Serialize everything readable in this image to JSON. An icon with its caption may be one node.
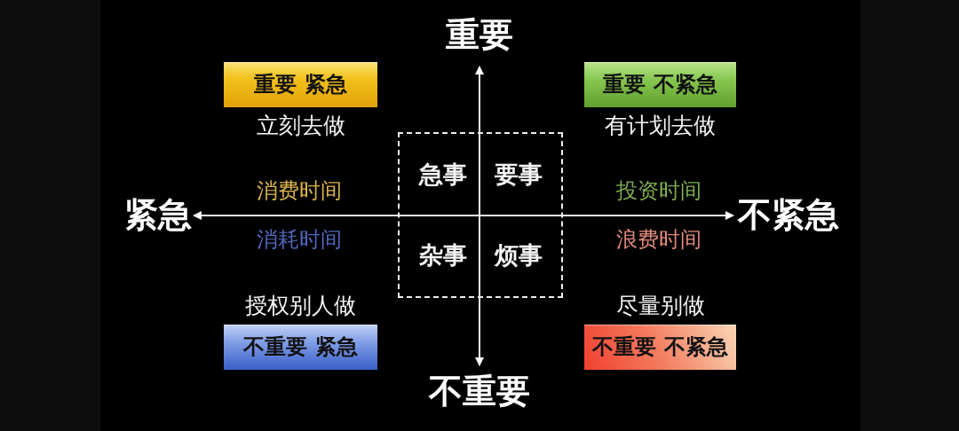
{
  "diagram": {
    "nodes": [
      {
        "text": [
          "重要 紧急"
        ],
        "beside": [
          "立刻去做"
        ]
      },
      {
        "text": [
          "重要 不紧急"
        ],
        "beside": [
          "有计划去做"
        ]
      },
      {
        "text": [
          "急事",
          "要事",
          "杂事",
          "烦事"
        ]
      },
      {
        "text": [
          "不重要 紧急"
        ],
        "beside": [
          "授权别人做"
        ]
      },
      {
        "text": [
          "不重要 不紧急"
        ],
        "beside": [
          "尽量别做"
        ]
      }
    ],
    "labels": [
      "重要",
      "消费时间",
      "投资时间",
      "紧急",
      "不紧急",
      "消耗时间",
      "浪费时间",
      "不重要"
    ]
  }
}
